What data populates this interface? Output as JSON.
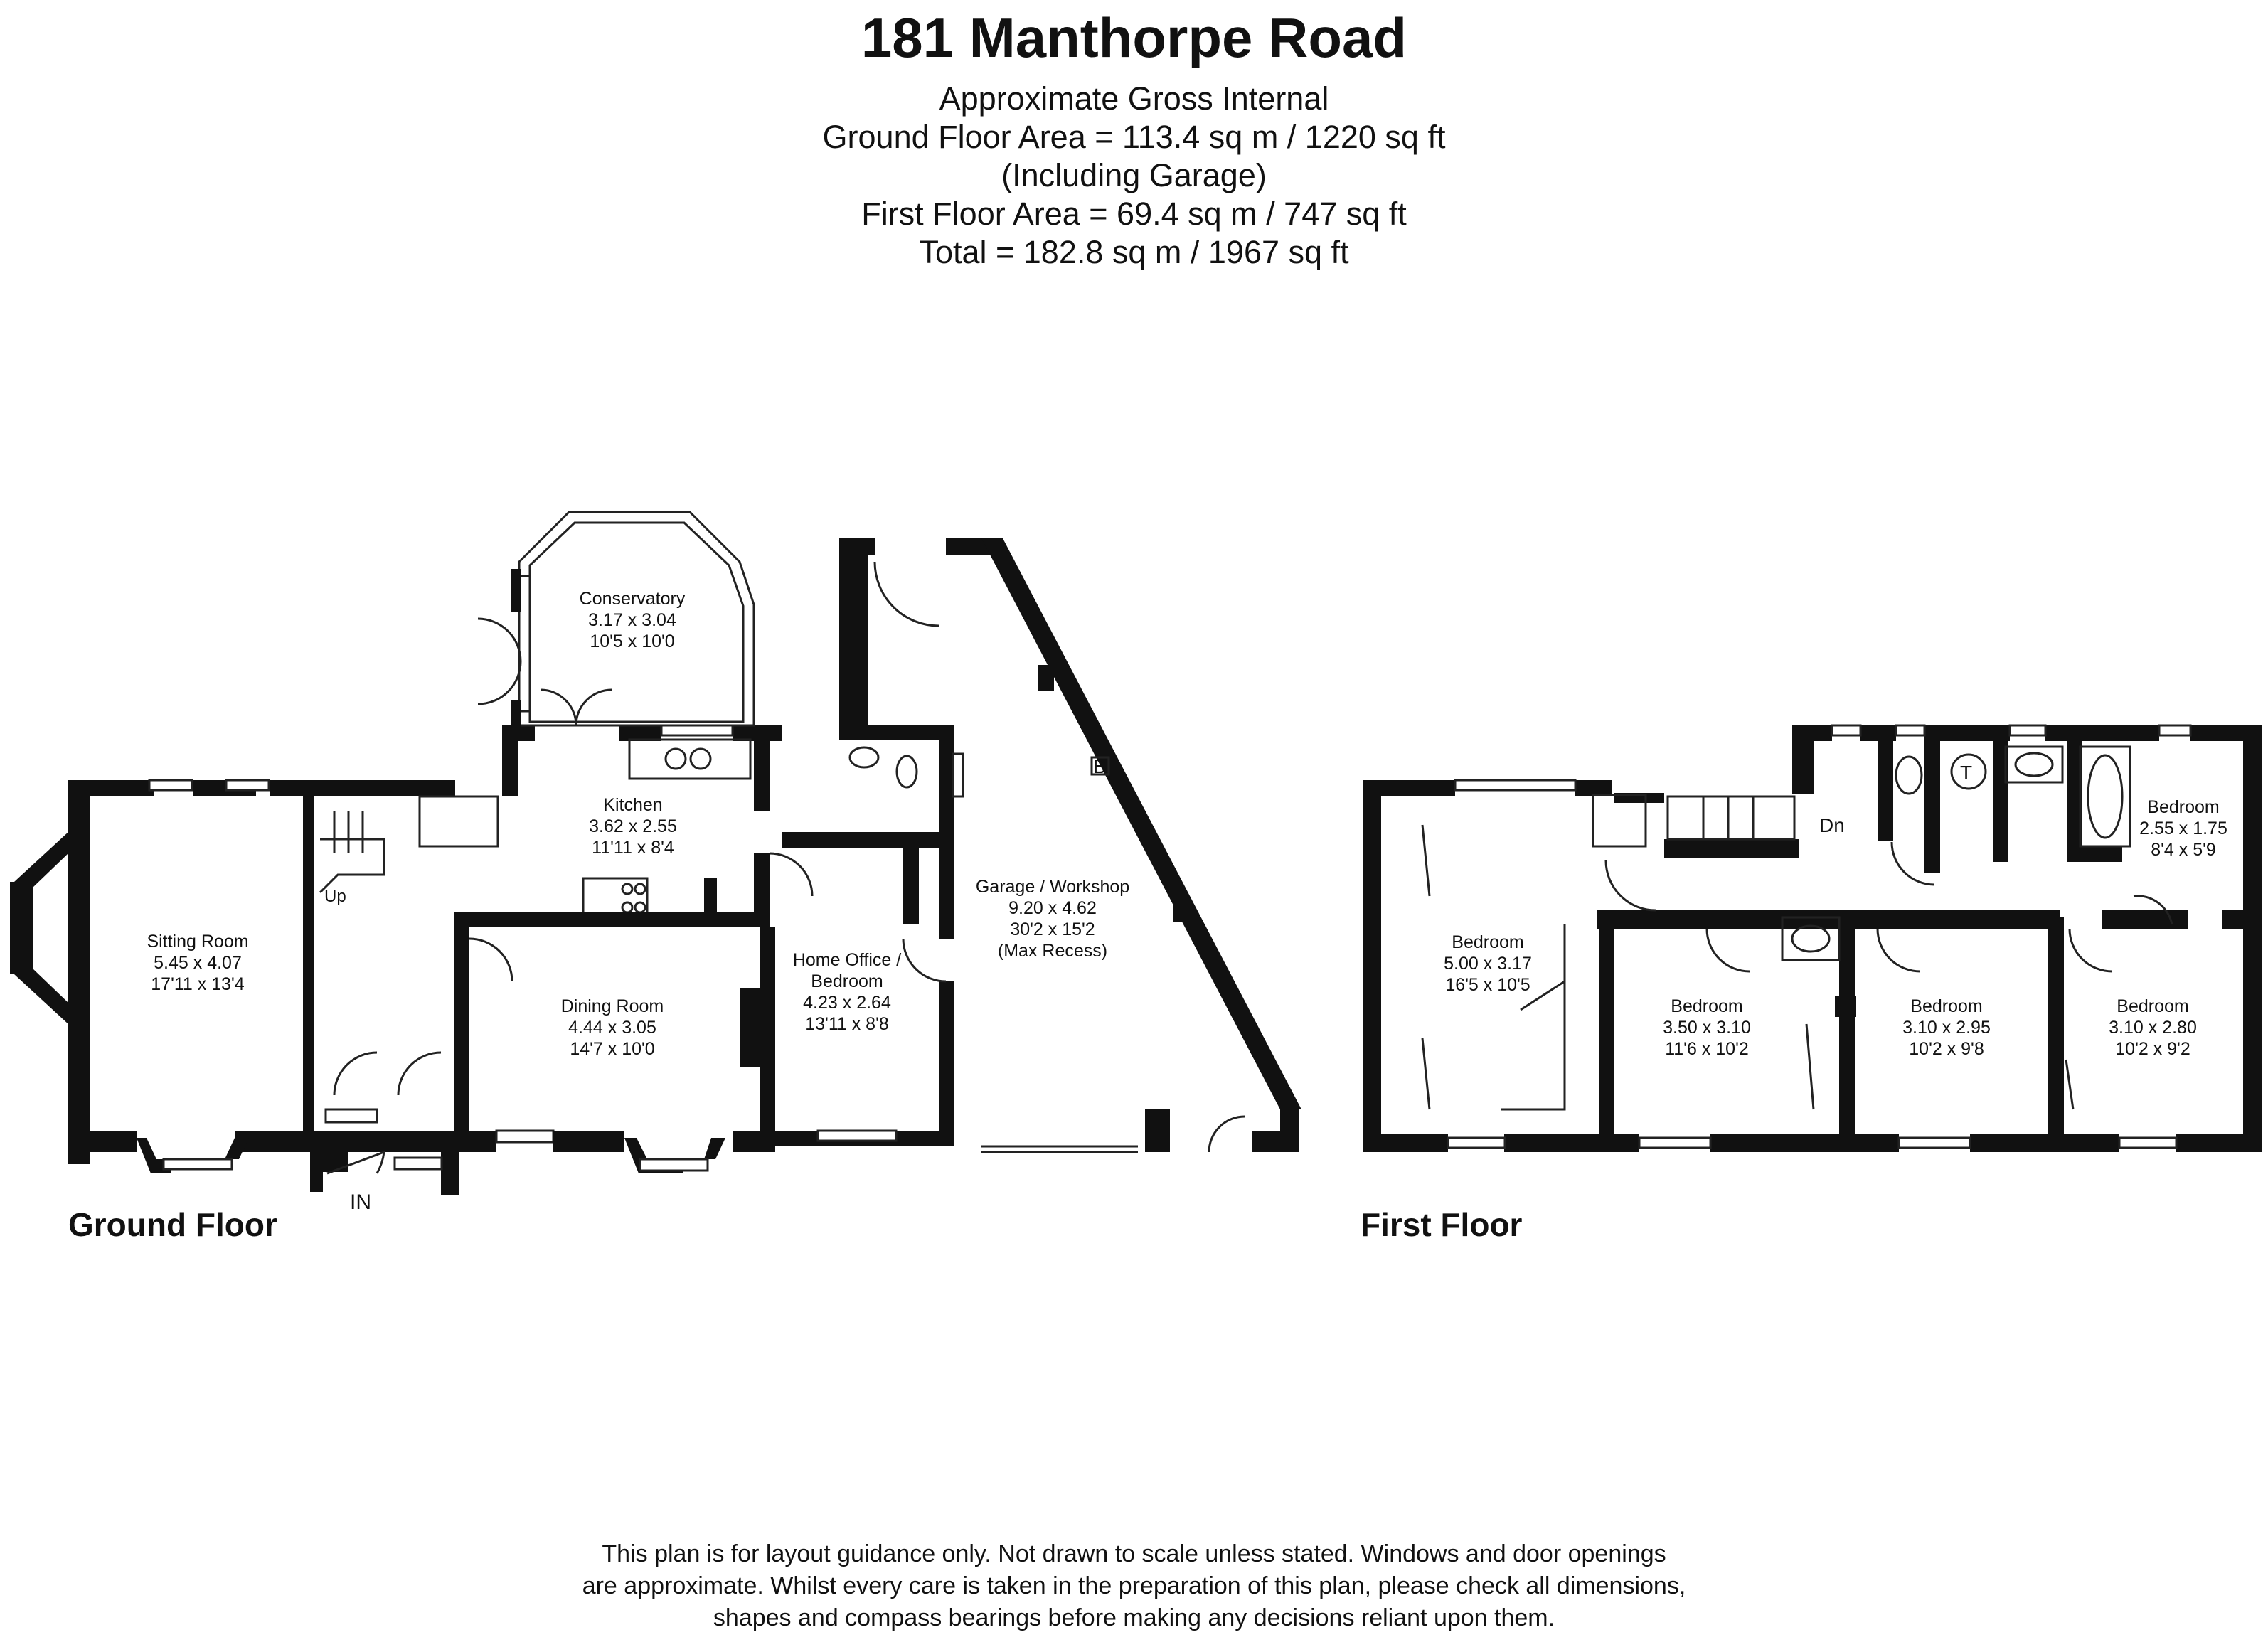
{
  "header": {
    "title": "181 Manthorpe Road",
    "lines": [
      "Approximate Gross Internal",
      "Ground Floor Area = 113.4 sq m / 1220 sq ft",
      "(Including Garage)",
      "First Floor Area = 69.4 sq m / 747 sq ft",
      "Total = 182.8 sq m / 1967 sq ft"
    ]
  },
  "ground_floor": {
    "label": "Ground Floor",
    "rooms": [
      {
        "name": "Conservatory",
        "metric": "3.17 x 3.04",
        "imperial": "10'5 x 10'0"
      },
      {
        "name": "Kitchen",
        "metric": "3.62 x 2.55",
        "imperial": "11'11 x 8'4"
      },
      {
        "name": "Sitting Room",
        "metric": "5.45 x 4.07",
        "imperial": "17'11 x 13'4"
      },
      {
        "name": "Dining Room",
        "metric": "4.44 x 3.05",
        "imperial": "14'7 x 10'0"
      },
      {
        "name": "Home Office /",
        "name2": "Bedroom",
        "metric": "4.23 x 2.64",
        "imperial": "13'11 x 8'8"
      },
      {
        "name": "Garage / Workshop",
        "metric": "9.20 x 4.62",
        "imperial": "30'2 x 15'2",
        "note": "(Max Recess)"
      }
    ],
    "markers": {
      "up": "Up",
      "entrance": "IN",
      "boiler": "B"
    }
  },
  "first_floor": {
    "label": "First Floor",
    "rooms": [
      {
        "name": "Bedroom",
        "metric": "5.00 x 3.17",
        "imperial": "16'5 x 10'5"
      },
      {
        "name": "Bedroom",
        "metric": "3.50 x 3.10",
        "imperial": "11'6 x 10'2"
      },
      {
        "name": "Bedroom",
        "metric": "3.10 x 2.95",
        "imperial": "10'2 x 9'8"
      },
      {
        "name": "Bedroom",
        "metric": "3.10 x 2.80",
        "imperial": "10'2 x 9'2"
      },
      {
        "name": "Bedroom",
        "metric": "2.55 x 1.75",
        "imperial": "8'4 x 5'9"
      }
    ],
    "markers": {
      "down": "Dn",
      "tank": "T"
    }
  },
  "disclaimer": [
    "This plan is for layout guidance only. Not drawn to scale unless stated. Windows and door openings",
    "are approximate. Whilst every care is taken in the preparation of this plan, please check all dimensions,",
    "shapes and compass bearings before making any decisions reliant upon them."
  ]
}
